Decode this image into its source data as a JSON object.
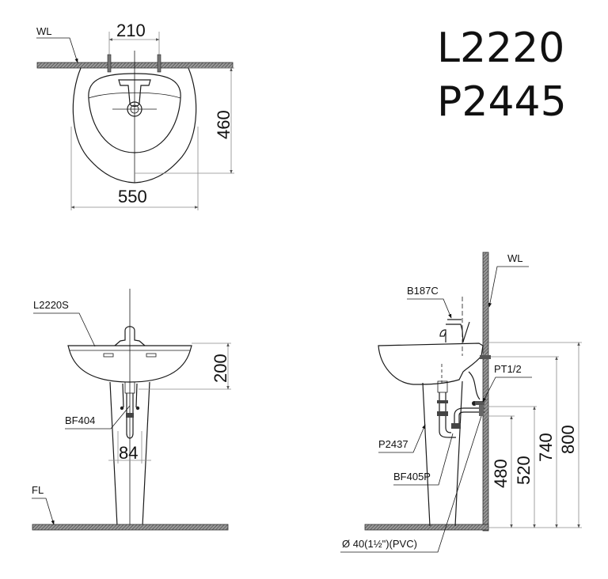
{
  "title": {
    "model_basin": "L2220",
    "model_pedestal": "P2445"
  },
  "top_view": {
    "wall_label": "WL",
    "dim_faucet_spacing": "210",
    "dim_depth": "460",
    "dim_width": "550"
  },
  "front_view": {
    "basin_label": "L2220S",
    "drain_label": "BF404",
    "floor_label": "FL",
    "dim_basin_height": "200",
    "dim_pedestal_width": "84"
  },
  "side_view": {
    "wall_label": "WL",
    "faucet_label": "B187C",
    "supply_label": "PT1/2",
    "pedestal_label": "P2437",
    "trap_label": "BF405P",
    "pipe_label": "Ø 40(1½\")(PVC)",
    "dim_drain_height": "480",
    "dim_supply_height": "520",
    "dim_bolt_height": "740",
    "dim_rim_height": "800"
  },
  "colors": {
    "line": "#1a1a1a",
    "dimension": "#8a8a8a",
    "hatch": "#555555",
    "background": "#ffffff"
  }
}
